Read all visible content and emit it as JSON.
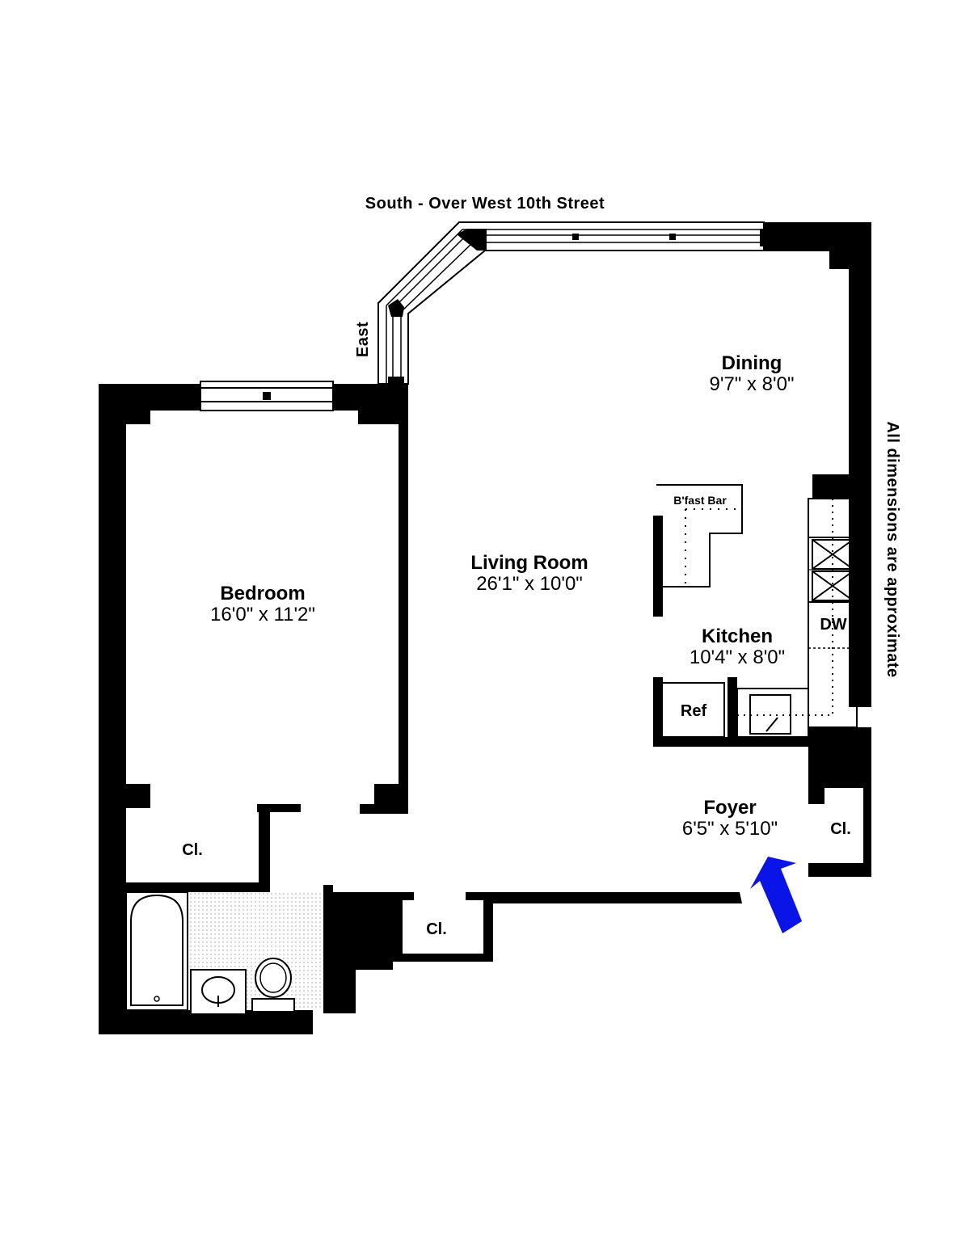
{
  "orientation": {
    "south_label": "South - Over West 10th Street",
    "east_label": "East",
    "disclaimer": "All dimensions are approximate"
  },
  "rooms": {
    "bedroom": {
      "name": "Bedroom",
      "dims": "16'0\"  x  11'2\""
    },
    "living": {
      "name": "Living Room",
      "dims": "26'1\"  x  10'0\""
    },
    "dining": {
      "name": "Dining",
      "dims": "9'7\"  x  8'0\""
    },
    "kitchen": {
      "name": "Kitchen",
      "dims": "10'4\"  x  8'0\""
    },
    "foyer": {
      "name": "Foyer",
      "dims": "6'5\"  x  5'10\""
    }
  },
  "fixtures": {
    "bfast_bar": "B'fast Bar",
    "ref": "Ref",
    "dw": "DW",
    "closet": "Cl."
  },
  "colors": {
    "wall": "#000000",
    "entry_arrow": "#0a14e6",
    "bath_floor": "#e9e9e9"
  }
}
